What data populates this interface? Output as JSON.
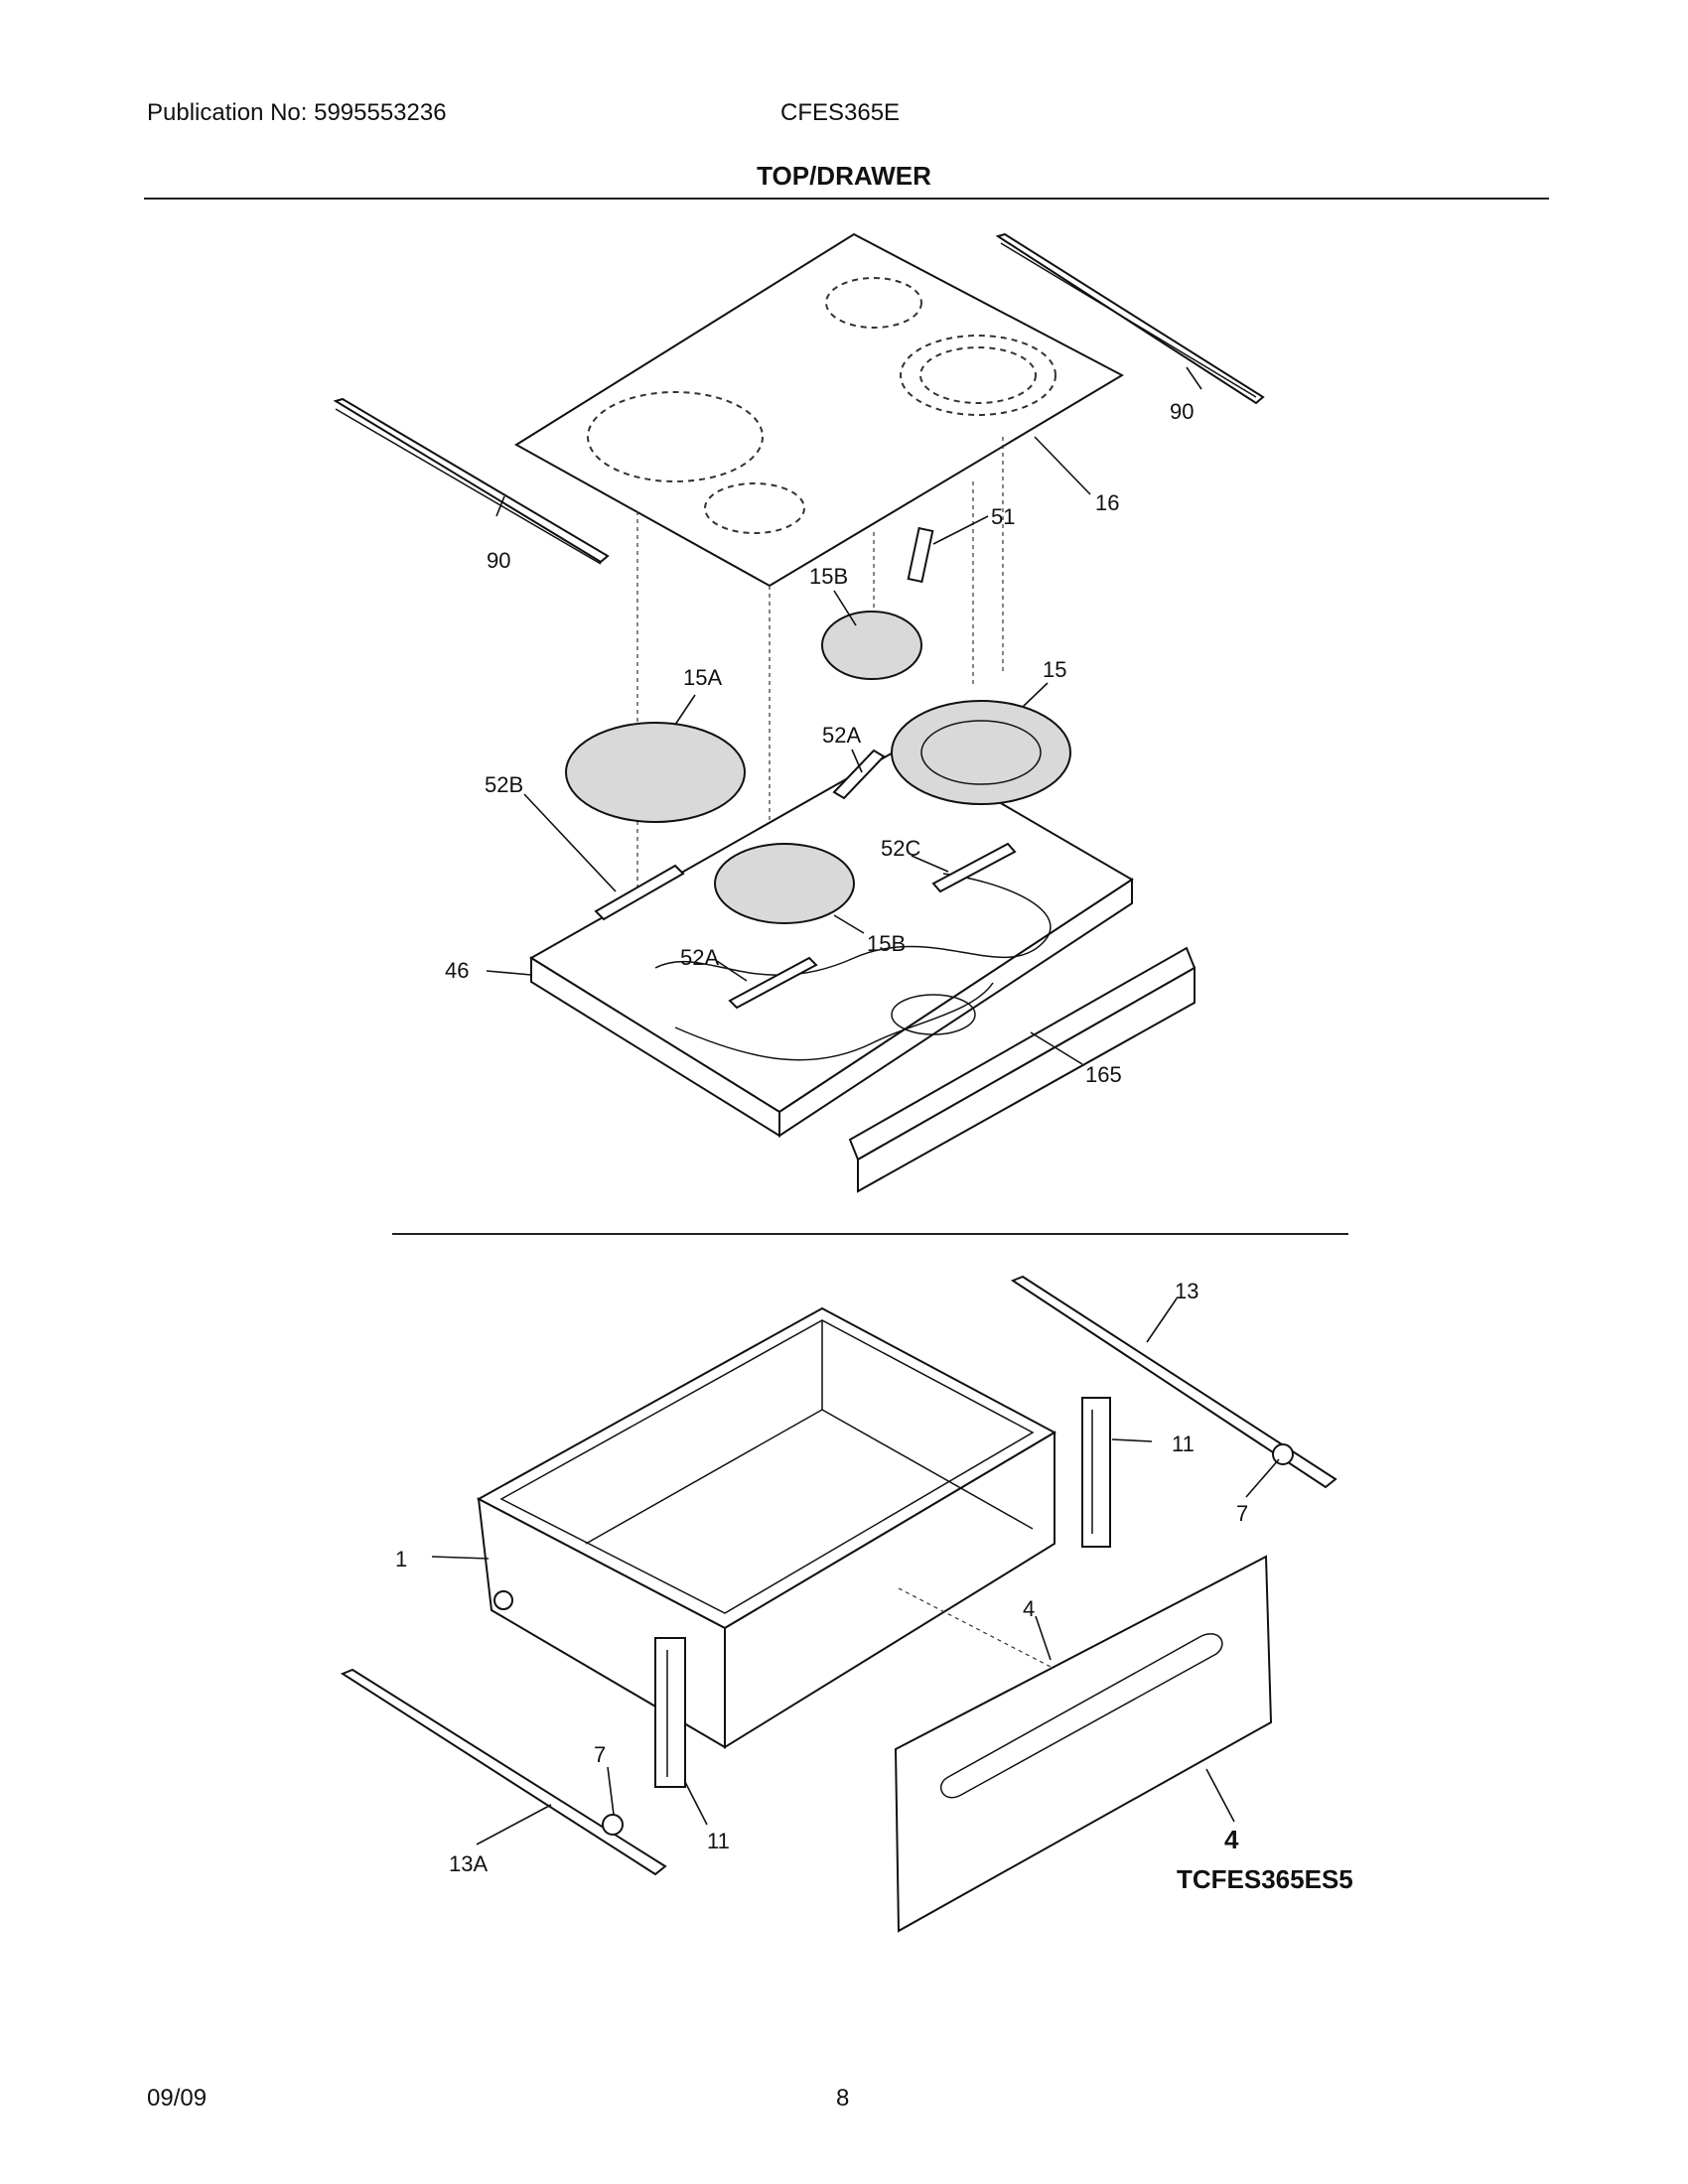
{
  "header": {
    "publication": "Publication No: 5995553236",
    "model": "CFES365E",
    "title": "TOP/DRAWER"
  },
  "callouts": {
    "c90_right": "90",
    "c90_left": "90",
    "c16": "16",
    "c51": "51",
    "c15B_top": "15B",
    "c15": "15",
    "c15A": "15A",
    "c52A_top": "52A",
    "c52B": "52B",
    "c52C": "52C",
    "c15B_low": "15B",
    "c52A_low": "52A",
    "c46": "46",
    "c165": "165",
    "c13": "13",
    "c11_right": "11",
    "c7_right": "7",
    "c1": "1",
    "c4_top": "4",
    "c7_left": "7",
    "c11_left": "11",
    "c13A": "13A",
    "c4_bold": "4"
  },
  "figure_code": "TCFES365ES5",
  "footer": {
    "date": "09/09",
    "page": "8"
  }
}
